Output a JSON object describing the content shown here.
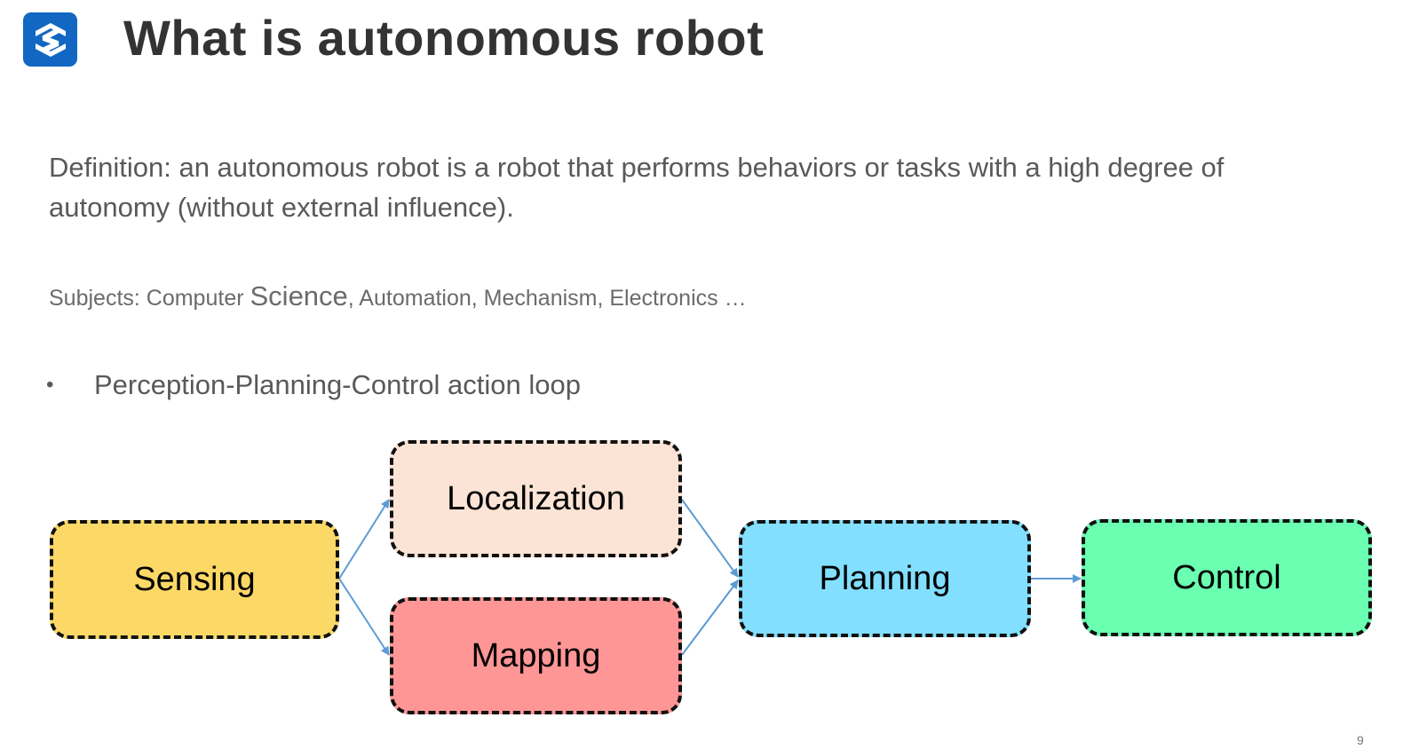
{
  "title": "What is autonomous robot",
  "definition": "Definition: an autonomous robot is a robot that performs behaviors or tasks with a high degree of autonomy (without external influence).",
  "subjects": {
    "prefix": "Subjects: Computer ",
    "emphasis": "Science",
    "suffix": ", Automation, Mechanism, Electronics …"
  },
  "bullet": {
    "symbol": "•",
    "text": "Perception-Planning-Control action loop"
  },
  "diagram": {
    "nodes": {
      "sensing": "Sensing",
      "localization": "Localization",
      "mapping": "Mapping",
      "planning": "Planning",
      "control": "Control"
    },
    "edges": [
      [
        "Sensing",
        "Localization"
      ],
      [
        "Sensing",
        "Mapping"
      ],
      [
        "Localization",
        "Planning"
      ],
      [
        "Mapping",
        "Planning"
      ],
      [
        "Planning",
        "Control"
      ]
    ]
  },
  "page_number": "9",
  "colors": {
    "logo": "#1167c2",
    "sensing": "#fcd966",
    "localization": "#fbe4d5",
    "mapping": "#ff9696",
    "planning": "#82dfff",
    "control": "#6affb1",
    "arrow": "#5b9bd5"
  },
  "icons": {
    "logo": "s-logo-icon"
  }
}
